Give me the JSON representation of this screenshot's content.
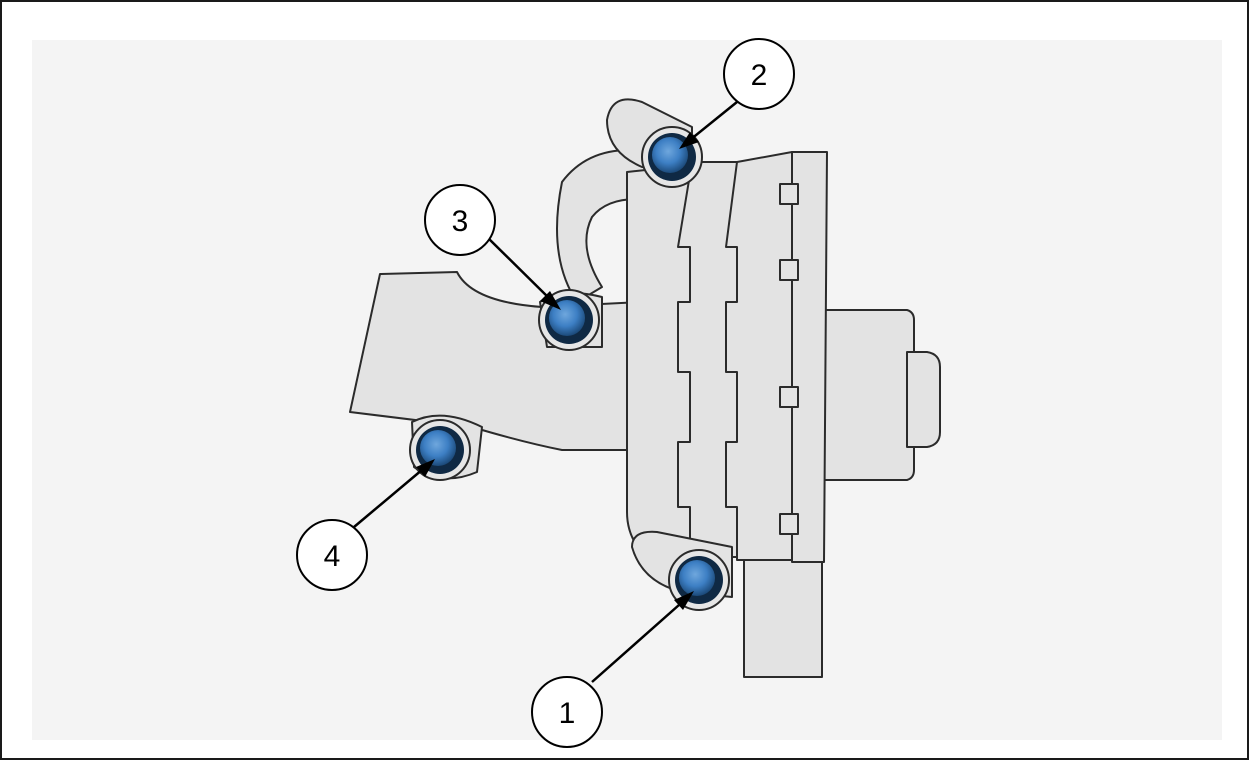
{
  "callouts": [
    {
      "id": "1",
      "label": "1",
      "part": "bolt"
    },
    {
      "id": "2",
      "label": "2",
      "part": "bolt"
    },
    {
      "id": "3",
      "label": "3",
      "part": "bolt"
    },
    {
      "id": "4",
      "label": "4",
      "part": "bolt"
    }
  ],
  "colors": {
    "bolt_highlight": "#3d7fc4",
    "bolt_dark": "#0f2944",
    "part_fill": "#e3e3e3",
    "part_stroke": "#2b2b2b",
    "background_panel": "#f4f4f4",
    "frame": "#1a1a1a"
  }
}
